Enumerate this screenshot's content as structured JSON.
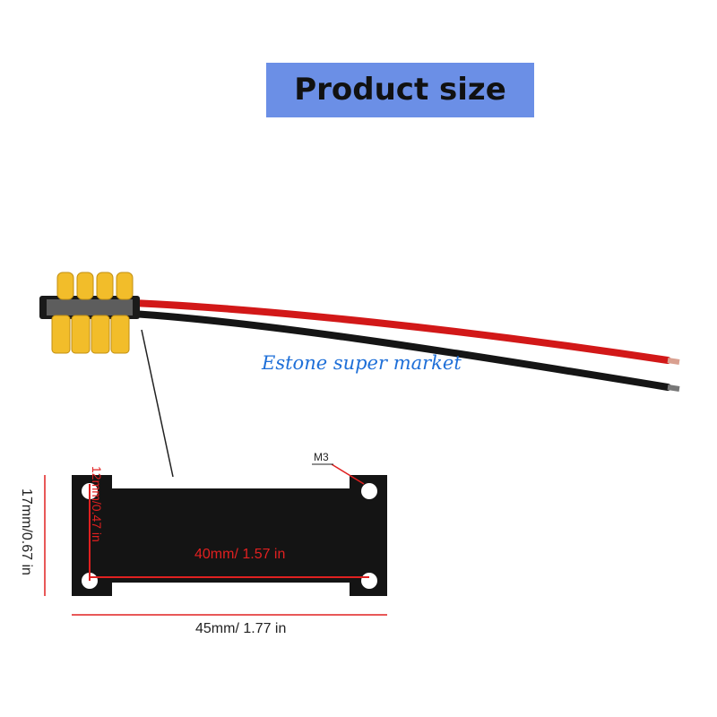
{
  "title": "Product size",
  "watermark": "Estone super market",
  "dimensions": {
    "total_width": "45mm/ 1.77 in",
    "total_height": "17mm/0.67 in",
    "hole_spacing_width": "40mm/ 1.57 in",
    "hole_spacing_height": "12mm/0.47 in",
    "hole_size": "M3"
  },
  "colors": {
    "banner": "#6b8fe6",
    "dimension_accent": "#e02020",
    "wire_positive": "#d21818",
    "wire_negative": "#151515",
    "connector": "#f2bd2a"
  }
}
